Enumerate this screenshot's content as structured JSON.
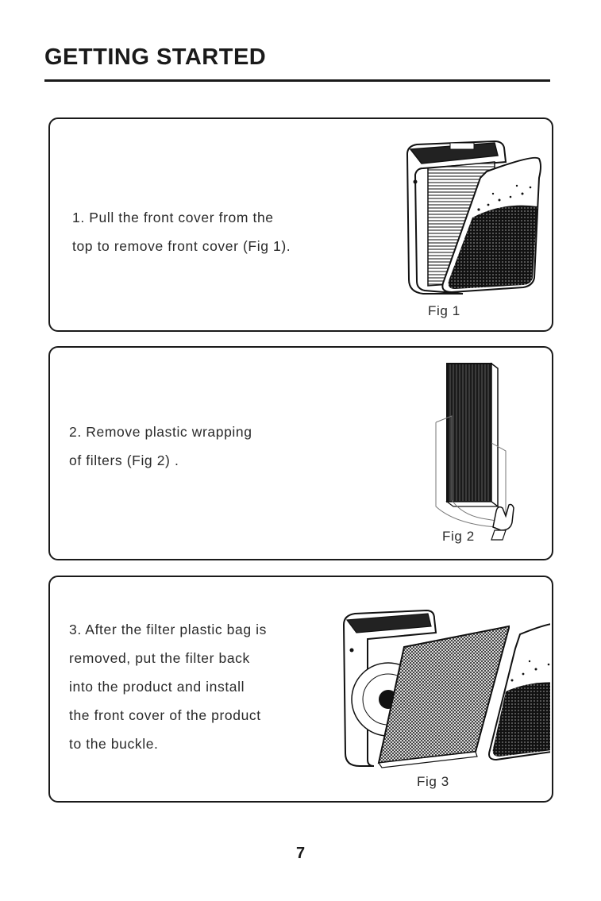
{
  "header": {
    "title": "GETTING STARTED"
  },
  "steps": [
    {
      "lines": [
        "1. Pull the front cover from the",
        "top to remove front cover (Fig 1)."
      ],
      "figure_label": "Fig 1"
    },
    {
      "lines": [
        "2. Remove plastic wrapping",
        "of filters (Fig 2) ."
      ],
      "figure_label": "Fig 2"
    },
    {
      "lines": [
        "3. After the filter plastic bag is",
        "removed, put the filter back",
        "into the product and install",
        "the front cover of the product",
        "to the buckle."
      ],
      "figure_label": "Fig 3"
    }
  ],
  "footer": {
    "page_number": "7"
  }
}
